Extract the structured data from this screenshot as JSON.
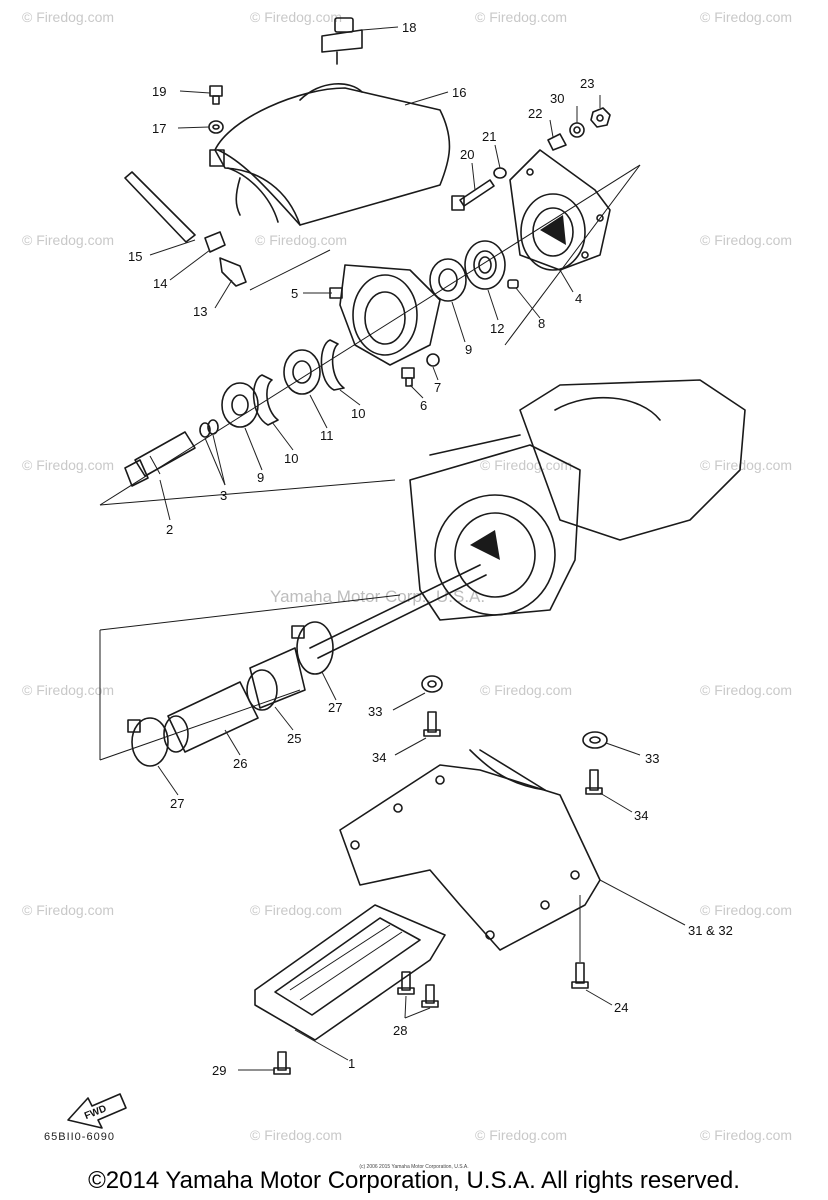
{
  "diagram": {
    "watermark_main": "Yamaha Motor Corp., U.S.A.",
    "watermark_repeat": "© Firedog.com",
    "code": "65BII0-6090",
    "fwd_label": "FWD",
    "tiny_credit": "(c) 2006 2015 Yamaha Motor Corporation, U.S.A.",
    "copyright": "©2014 Yamaha Motor Corporation, U.S.A. All rights reserved."
  },
  "parts": [
    {
      "id": "p18",
      "num": "18"
    },
    {
      "id": "p19",
      "num": "19"
    },
    {
      "id": "p16",
      "num": "16"
    },
    {
      "id": "p17",
      "num": "17"
    },
    {
      "id": "p23",
      "num": "23"
    },
    {
      "id": "p30",
      "num": "30"
    },
    {
      "id": "p22",
      "num": "22"
    },
    {
      "id": "p21",
      "num": "21"
    },
    {
      "id": "p20",
      "num": "20"
    },
    {
      "id": "p15",
      "num": "15"
    },
    {
      "id": "p14",
      "num": "14"
    },
    {
      "id": "p13",
      "num": "13"
    },
    {
      "id": "p5",
      "num": "5"
    },
    {
      "id": "p4",
      "num": "4"
    },
    {
      "id": "p8",
      "num": "8"
    },
    {
      "id": "p12",
      "num": "12"
    },
    {
      "id": "p9a",
      "num": "9"
    },
    {
      "id": "p7",
      "num": "7"
    },
    {
      "id": "p6",
      "num": "6"
    },
    {
      "id": "p10a",
      "num": "10"
    },
    {
      "id": "p11",
      "num": "11"
    },
    {
      "id": "p10b",
      "num": "10"
    },
    {
      "id": "p9b",
      "num": "9"
    },
    {
      "id": "p3",
      "num": "3"
    },
    {
      "id": "p2",
      "num": "2"
    },
    {
      "id": "p27a",
      "num": "27"
    },
    {
      "id": "p33a",
      "num": "33"
    },
    {
      "id": "p34a",
      "num": "34"
    },
    {
      "id": "p25",
      "num": "25"
    },
    {
      "id": "p26",
      "num": "26"
    },
    {
      "id": "p27b",
      "num": "27"
    },
    {
      "id": "p33b",
      "num": "33"
    },
    {
      "id": "p34b",
      "num": "34"
    },
    {
      "id": "p3132",
      "num": "31 & 32"
    },
    {
      "id": "p24",
      "num": "24"
    },
    {
      "id": "p28",
      "num": "28"
    },
    {
      "id": "p1",
      "num": "1"
    },
    {
      "id": "p29",
      "num": "29"
    }
  ]
}
